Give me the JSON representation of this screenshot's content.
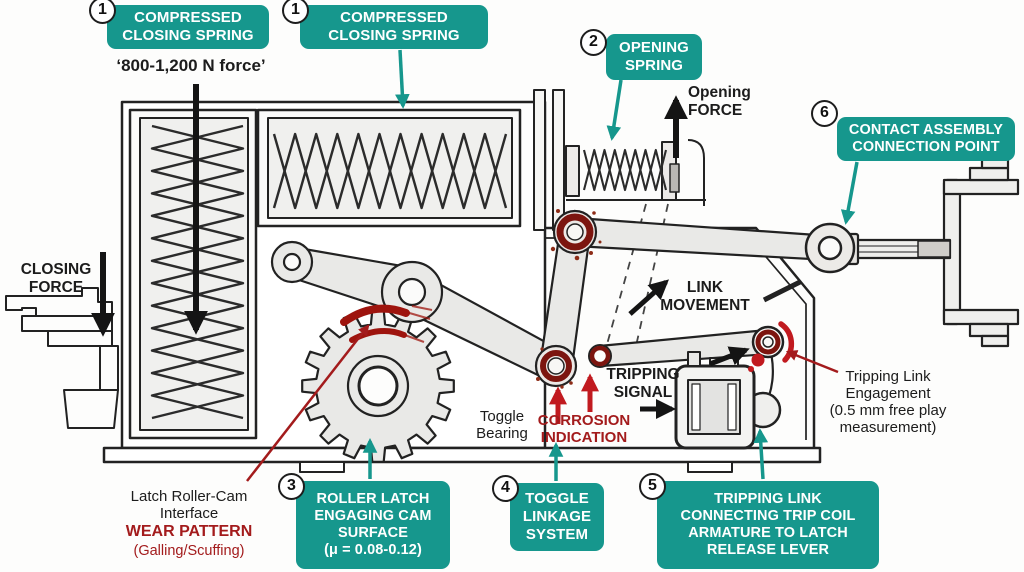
{
  "colors": {
    "callout_teal": "#16978d",
    "dark_red_text": "#a31b1c",
    "bright_red_arrow": "#c11a1f",
    "corrosion_rust": "#7c150f",
    "wear_mark_red": "#9e140e",
    "ink": "#1c1c1c"
  },
  "callouts": [
    {
      "number": "1",
      "lines": [
        "COMPRESSED",
        "CLOSING SPRING"
      ]
    },
    {
      "number": "1",
      "lines": [
        "COMPRESSED",
        "CLOSING SPRING"
      ]
    },
    {
      "number": "2",
      "lines": [
        "OPENING",
        "SPRING"
      ]
    },
    {
      "number": "3",
      "lines": [
        "ROLLER LATCH",
        "ENGAGING CAM",
        "SURFACE",
        "(μ = 0.08-0.12)"
      ]
    },
    {
      "number": "4",
      "lines": [
        "TOGGLE",
        "LINKAGE",
        "SYSTEM"
      ]
    },
    {
      "number": "5",
      "lines": [
        "TRIPPING LINK",
        "CONNECTING TRIP COIL",
        "ARMATURE TO LATCH",
        "RELEASE LEVER"
      ]
    },
    {
      "number": "6",
      "lines": [
        "CONTACT ASSEMBLY",
        "CONNECTION POINT"
      ]
    }
  ],
  "annotations": {
    "force_spec": "‘800-1,200 N force’",
    "closing_force": [
      "CLOSING",
      "FORCE"
    ],
    "opening_force": [
      "Opening",
      "FORCE"
    ],
    "link_movement": [
      "LINK",
      "MOVEMENT"
    ],
    "tripping_signal": [
      "TRIPPING",
      "SIGNAL"
    ],
    "toggle_bearing": [
      "Toggle",
      "Bearing"
    ],
    "corrosion": [
      "CORROSION",
      "INDICATION"
    ],
    "tripping_link_engagement": [
      "Tripping Link",
      "Engagement",
      "(0.5 mm free play",
      "measurement)"
    ],
    "latch_interface": [
      "Latch Roller-Cam",
      "Interface"
    ],
    "wear_pattern": "WEAR PATTERN",
    "wear_pattern_sub": "(Galling/Scuffing)"
  }
}
